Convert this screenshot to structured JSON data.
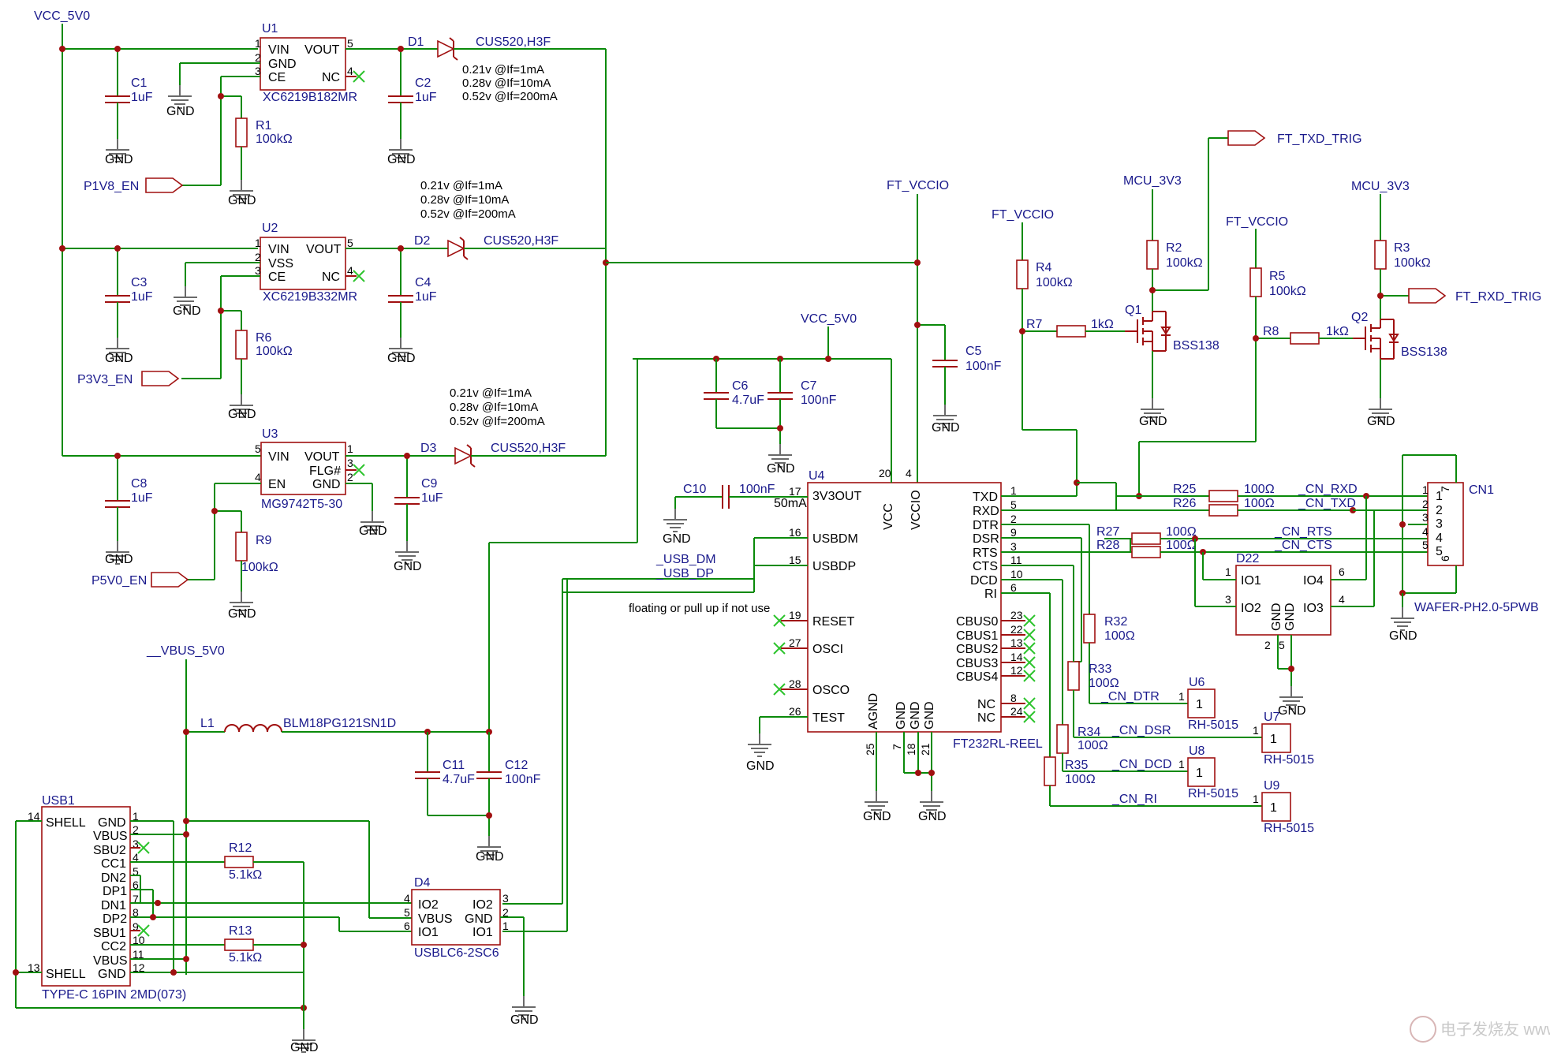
{
  "nets": {
    "vcc5v0_top": "VCC_5V0",
    "vcc5v0_mid": "VCC_5V0",
    "vbus5v0": "__VBUS_5V0",
    "ft_vccio": "FT_VCCIO",
    "mcu_3v3": "MCU_3V3",
    "ft_txd_trig": "FT_TXD_TRIG",
    "ft_rxd_trig": "FT_RXD_TRIG",
    "p1v8_en": "P1V8_EN",
    "p3v3_en": "P3V3_EN",
    "p5v0_en": "P5V0_EN",
    "usb_dm": "_USB_DM",
    "usb_dp": "_USB_DP",
    "cn_rxd": "_CN_RXD",
    "cn_txd": "_CN_TXD",
    "cn_rts": "_CN_RTS",
    "cn_cts": "_CN_CTS",
    "cn_dtr": "_CN_DTR",
    "cn_dsr": "_CN_DSR",
    "cn_dcd": "_CN_DCD",
    "cn_ri": "_CN_RI",
    "gnd": "GND"
  },
  "regulators": [
    {
      "ref": "U1",
      "part": "XC6219B182MR",
      "pins": [
        "VIN",
        "GND",
        "CE",
        "VOUT",
        "NC"
      ],
      "diode": "D1",
      "diode_part": "CUS520,H3F"
    },
    {
      "ref": "U2",
      "part": "XC6219B332MR",
      "pins": [
        "VIN",
        "VSS",
        "CE",
        "VOUT",
        "NC"
      ],
      "diode": "D2",
      "diode_part": "CUS520,H3F"
    },
    {
      "ref": "U3",
      "part": "MG9742T5-30",
      "pins": [
        "VIN",
        "EN",
        "VOUT",
        "FLG#",
        "GND"
      ],
      "diode": "D3",
      "diode_part": "CUS520,H3F"
    }
  ],
  "diode_notes": [
    "0.21v @If=1mA",
    "0.28v @If=10mA",
    "0.52v @If=200mA"
  ],
  "passives": {
    "C1": "1uF",
    "C2": "1uF",
    "C3": "1uF",
    "C4": "1uF",
    "C8": "1uF",
    "C9": "1uF",
    "C5": "100nF",
    "C6": "4.7uF",
    "C7": "100nF",
    "C10": "100nF",
    "C11": "4.7uF",
    "C12": "100nF",
    "R1": "100kΩ",
    "R6": "100kΩ",
    "R9": "100kΩ",
    "R2": "100kΩ",
    "R3": "100kΩ",
    "R4": "100kΩ",
    "R5": "100kΩ",
    "R7": "1kΩ",
    "R8": "1kΩ",
    "R12": "5.1kΩ",
    "R13": "5.1kΩ",
    "R25": "100Ω",
    "R26": "100Ω",
    "R27": "100Ω",
    "R28": "100Ω",
    "R32": "100Ω",
    "R33": "100Ω",
    "R34": "100Ω",
    "R35": "100Ω"
  },
  "mosfets": [
    {
      "ref": "Q1",
      "part": "BSS138"
    },
    {
      "ref": "Q2",
      "part": "BSS138"
    }
  ],
  "ft232": {
    "ref": "U4",
    "part": "FT232RL-REEL",
    "left_pins": [
      {
        "num": "17",
        "name": "3V3OUT"
      },
      {
        "num": "16",
        "name": "USBDM"
      },
      {
        "num": "15",
        "name": "USBDP"
      },
      {
        "num": "19",
        "name": "RESET"
      },
      {
        "num": "27",
        "name": "OSCI"
      },
      {
        "num": "28",
        "name": "OSCO"
      },
      {
        "num": "26",
        "name": "TEST"
      }
    ],
    "right_pins": [
      {
        "num": "1",
        "name": "TXD"
      },
      {
        "num": "5",
        "name": "RXD"
      },
      {
        "num": "2",
        "name": "DTR"
      },
      {
        "num": "9",
        "name": "DSR"
      },
      {
        "num": "3",
        "name": "RTS"
      },
      {
        "num": "11",
        "name": "CTS"
      },
      {
        "num": "10",
        "name": "DCD"
      },
      {
        "num": "6",
        "name": "RI"
      },
      {
        "num": "23",
        "name": "CBUS0"
      },
      {
        "num": "22",
        "name": "CBUS1"
      },
      {
        "num": "13",
        "name": "CBUS2"
      },
      {
        "num": "14",
        "name": "CBUS3"
      },
      {
        "num": "12",
        "name": "CBUS4"
      },
      {
        "num": "8",
        "name": "NC"
      },
      {
        "num": "24",
        "name": "NC"
      }
    ],
    "top_pins": [
      {
        "num": "20",
        "name": "VCC"
      },
      {
        "num": "4",
        "name": "VCCIO"
      }
    ],
    "bottom_pins": [
      {
        "num": "25",
        "name": "AGND"
      },
      {
        "num": "7",
        "name": "GND"
      },
      {
        "num": "18",
        "name": "GND"
      },
      {
        "num": "21",
        "name": "GND"
      }
    ],
    "current_note": "50mA"
  },
  "floating_note": "floating or pull up if not use",
  "inductor": {
    "ref": "L1",
    "part": "BLM18PG121SN1D"
  },
  "usb_conn": {
    "ref": "USB1",
    "part": "TYPE-C 16PIN 2MD(073)",
    "pins": [
      {
        "num": "14",
        "name": "SHELL"
      },
      {
        "num": "1",
        "name": "GND"
      },
      {
        "num": "2",
        "name": "VBUS"
      },
      {
        "num": "3",
        "name": "SBU2"
      },
      {
        "num": "4",
        "name": "CC1"
      },
      {
        "num": "5",
        "name": "DN2"
      },
      {
        "num": "6",
        "name": "DP1"
      },
      {
        "num": "7",
        "name": "DN1"
      },
      {
        "num": "8",
        "name": "DP2"
      },
      {
        "num": "9",
        "name": "SBU1"
      },
      {
        "num": "10",
        "name": "CC2"
      },
      {
        "num": "11",
        "name": "VBUS"
      },
      {
        "num": "12",
        "name": "GND"
      },
      {
        "num": "13",
        "name": "SHELL"
      }
    ]
  },
  "tvs": {
    "ref": "D4",
    "part": "USBLC6-2SC6",
    "pins": [
      "IO2",
      "VBUS",
      "IO1",
      "IO2",
      "GND",
      "IO1"
    ],
    "nums": [
      "4",
      "5",
      "6",
      "3",
      "2",
      "1"
    ]
  },
  "d22": {
    "ref": "D22",
    "pins": [
      "IO1",
      "IO2",
      "IO4",
      "IO3",
      "GND",
      "GND"
    ],
    "nums": [
      "1",
      "3",
      "6",
      "4",
      "2",
      "5"
    ]
  },
  "cn1": {
    "ref": "CN1",
    "part": "WAFER-PH2.0-5PWB",
    "nums": [
      "1",
      "2",
      "3",
      "4",
      "5",
      "6",
      "7"
    ]
  },
  "testpoints": [
    {
      "ref": "U6",
      "part": "RH-5015",
      "pin": "1"
    },
    {
      "ref": "U7",
      "part": "RH-5015",
      "pin": "1"
    },
    {
      "ref": "U8",
      "part": "RH-5015",
      "pin": "1"
    },
    {
      "ref": "U9",
      "part": "RH-5015",
      "pin": "1"
    }
  ],
  "watermark": "电子发烧友 www.elecfans.com"
}
